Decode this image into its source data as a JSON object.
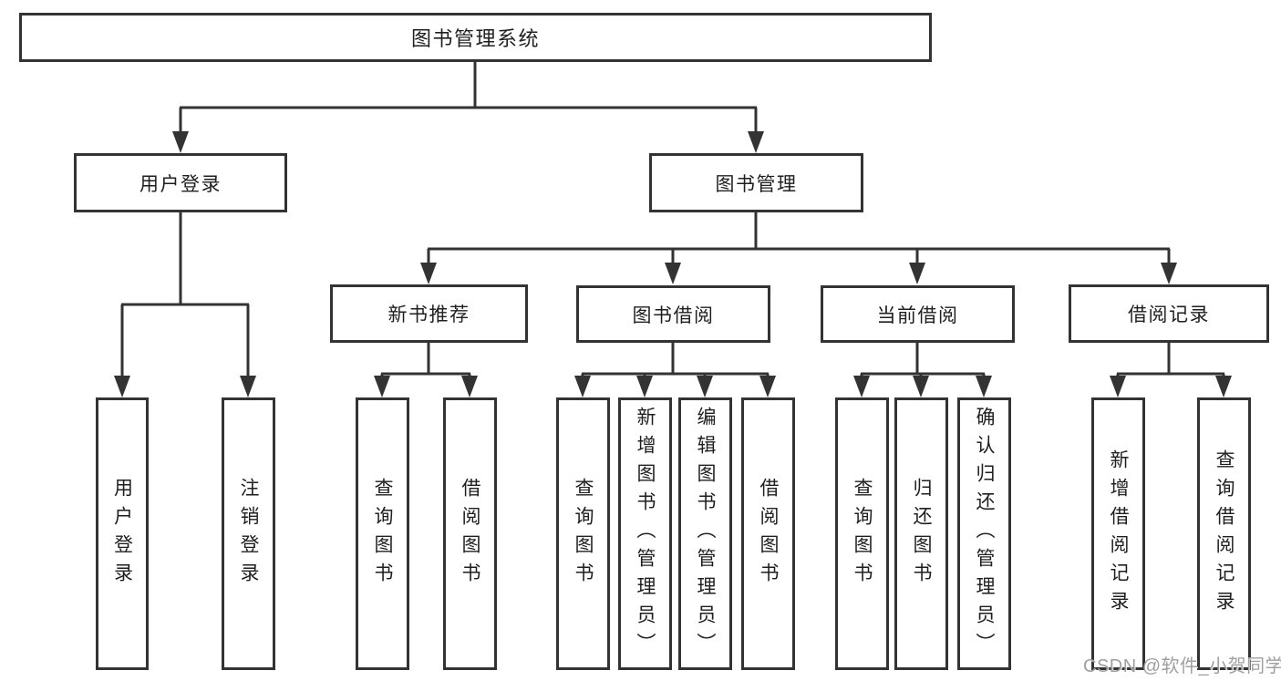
{
  "diagram": {
    "root": {
      "label": "图书管理系统"
    },
    "user_login": {
      "label": "用户登录",
      "children": [
        "用户登录",
        "注销登录"
      ]
    },
    "book_mgmt": {
      "label": "图书管理"
    },
    "new_books": {
      "label": "新书推荐",
      "children": [
        "查询图书",
        "借阅图书"
      ]
    },
    "book_borrow": {
      "label": "图书借阅",
      "children": [
        "查询图书",
        "新增图书（管理员）",
        "编辑图书（管理员）",
        "借阅图书"
      ]
    },
    "current_borrow": {
      "label": "当前借阅",
      "children": [
        "查询图书",
        "归还图书",
        "确认归还（管理员）"
      ]
    },
    "borrow_records": {
      "label": "借阅记录",
      "children": [
        "新增借阅记录",
        "查询借阅记录"
      ]
    }
  },
  "watermark": {
    "text": "CSDN @软件_小贺同学"
  },
  "colors": {
    "line": "#333333",
    "text": "#1f1f1f",
    "watermark": "#a0a0a0",
    "background": "#ffffff"
  }
}
